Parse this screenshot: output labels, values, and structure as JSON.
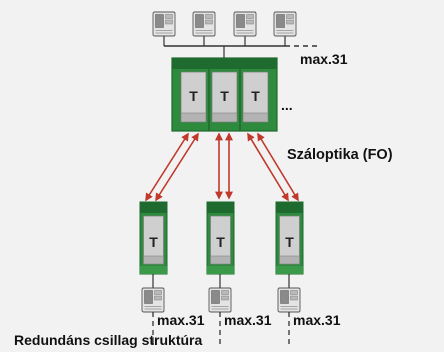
{
  "labels": {
    "top_max": "max.31",
    "ellipsis": "...",
    "fiber": "Száloptika (FO)",
    "bottom_max_1": "max.31",
    "bottom_max_2": "max.31",
    "bottom_max_3": "max.31",
    "caption": "Redundáns csillag struktúra"
  },
  "module_letter": "T",
  "colors": {
    "background": "#f2f2f2",
    "module_green": "#2e8b3e",
    "module_dark_green": "#1f6a2e",
    "module_grey": "#c9c9c9",
    "arrow_red": "#c0392b",
    "line": "#333333"
  },
  "icons": [
    "terminal-icon",
    "t-module-icon",
    "fiber-arrow-icon"
  ]
}
